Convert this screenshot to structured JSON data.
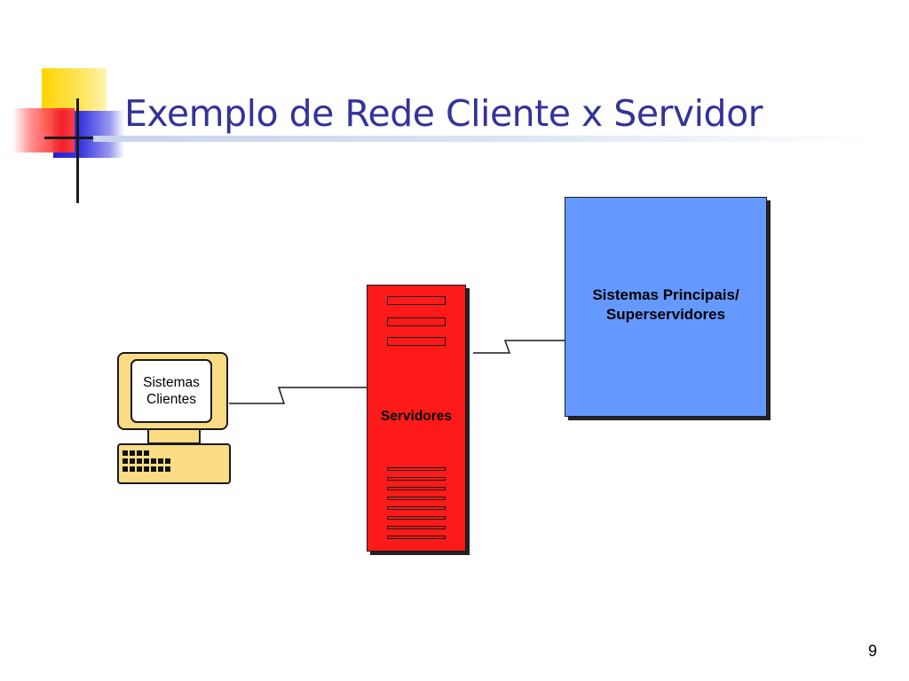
{
  "slide": {
    "title": "Exemplo de Rede Cliente x Servidor",
    "page_number": "9"
  },
  "diagram": {
    "nodes": {
      "client": {
        "label": "Sistemas\nClientes",
        "color": "#fbdc84"
      },
      "server": {
        "label": "Servidores",
        "color": "#ff1a1a"
      },
      "mainframe": {
        "label": "Sistemas Principais/\nSuperservidores",
        "color": "#6699ff"
      }
    },
    "edges": [
      {
        "from": "client",
        "to": "server",
        "style": "zigzag"
      },
      {
        "from": "server",
        "to": "mainframe",
        "style": "zigzag"
      }
    ]
  },
  "colors": {
    "title": "#333399",
    "logo_yellow": "#ffd400",
    "logo_red": "#ff2020",
    "logo_blue": "#2020d0"
  }
}
